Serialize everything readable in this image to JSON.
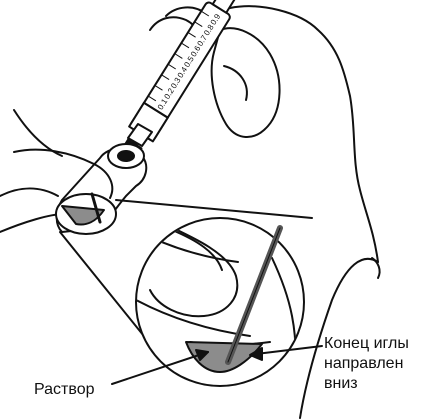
{
  "labels": {
    "solution": "Раствор",
    "needle_tip_line1": "Конец иглы",
    "needle_tip_line2": "направлен",
    "needle_tip_line3": "вниз"
  },
  "syringe_scale": [
    "0.1",
    "0.2",
    "0.3",
    "0.4",
    "0.5",
    "0.6",
    "0.7",
    "0.8",
    "0.9"
  ],
  "colors": {
    "line": "#111111",
    "solution_fill": "#8c8c8c",
    "needle": "#555555",
    "background": "#ffffff"
  }
}
